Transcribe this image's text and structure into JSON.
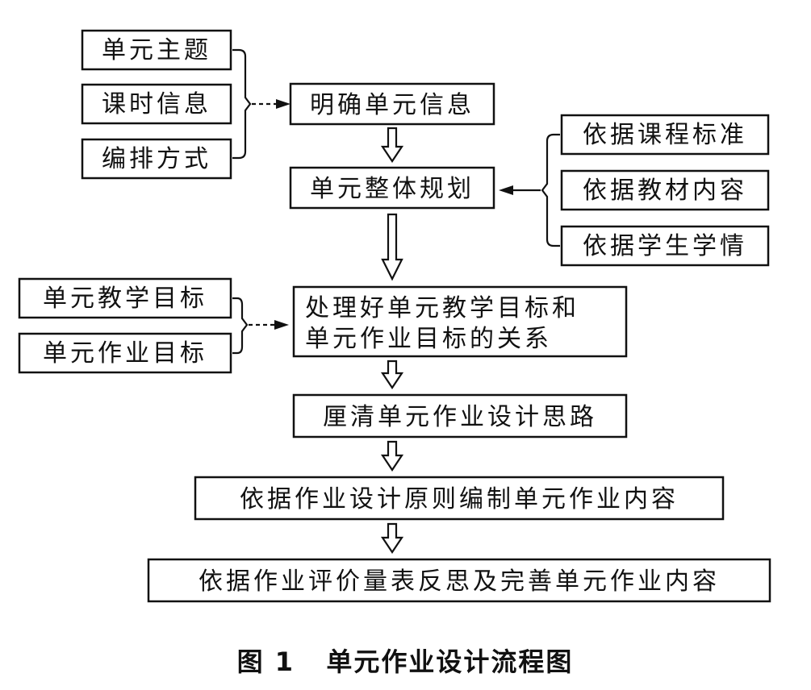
{
  "nodes": {
    "unit_theme": "单元主题",
    "lesson_info": "课时信息",
    "arrangement": "编排方式",
    "clarify_info": "明确单元信息",
    "overall_plan": "单元整体规划",
    "curriculum_std": "依据课程标准",
    "textbook": "依据教材内容",
    "student_info": "依据学生学情",
    "teaching_goal": "单元教学目标",
    "homework_goal": "单元作业目标",
    "relation_line1": "处理好单元教学目标和",
    "relation_line2": "单元作业目标的关系",
    "design_idea": "厘清单元作业设计思路",
    "compile": "依据作业设计原则编制单元作业内容",
    "reflect": "依据作业评价量表反思及完善单元作业内容"
  },
  "caption": "图 1   单元作业设计流程图"
}
